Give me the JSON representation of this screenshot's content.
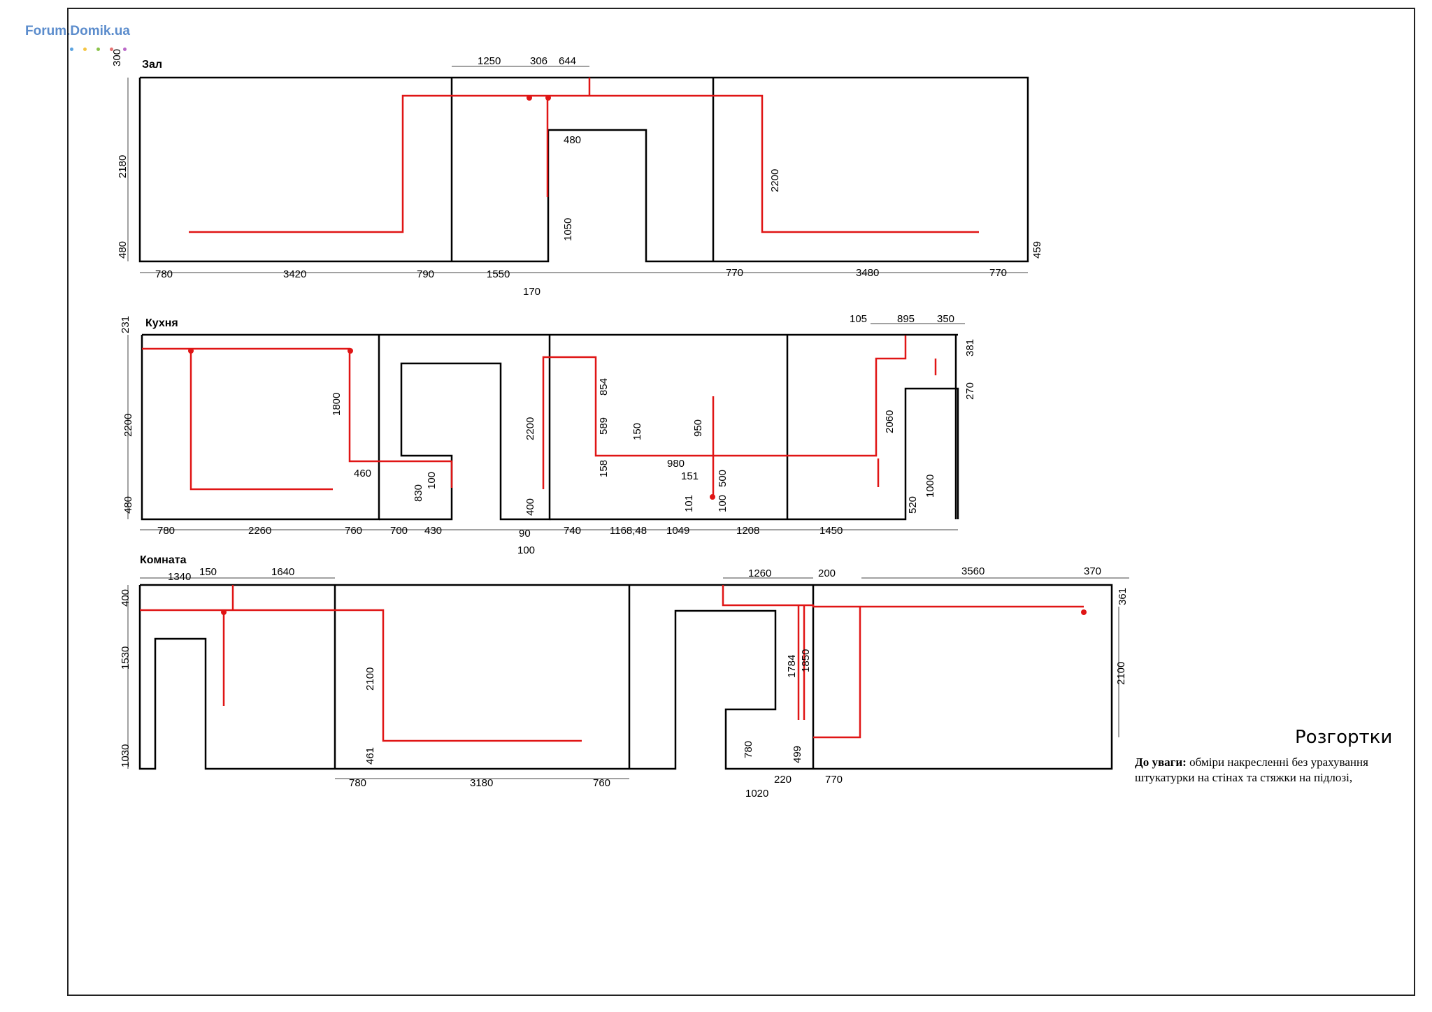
{
  "watermark": "Forum.Domik.ua",
  "main_title": "Розгортки",
  "note": {
    "label": "До уваги:",
    "text": "обміри накресленні без урахування штукатурки на стінах та стяжки на підлозі,"
  },
  "sections": {
    "zal": {
      "title": "Зал"
    },
    "kukhnia": {
      "title": "Кухня"
    },
    "komnata": {
      "title": "Комната"
    }
  },
  "colors": {
    "wall": "#000000",
    "wiring": "#e01515",
    "border": "#222222"
  },
  "dimensions": {
    "zal": [
      "300",
      "2180",
      "480",
      "1250",
      "306",
      "644",
      "480",
      "1050",
      "2200",
      "459",
      "780",
      "3420",
      "790",
      "1550",
      "170",
      "770",
      "3480",
      "770"
    ],
    "kukhnia": [
      "231",
      "2200",
      "480",
      "1800",
      "460",
      "830",
      "100",
      "2200",
      "400",
      "854",
      "589",
      "158",
      "150",
      "980",
      "950",
      "151",
      "500",
      "101",
      "100",
      "2060",
      "520",
      "1000",
      "105",
      "895",
      "350",
      "381",
      "270",
      "780",
      "2260",
      "760",
      "700",
      "430",
      "90",
      "100",
      "740",
      "1168,48",
      "1049",
      "1208",
      "1450"
    ],
    "komnata": [
      "1340",
      "150",
      "1640",
      "400",
      "1530",
      "1030",
      "2100",
      "461",
      "780",
      "3180",
      "760",
      "1260",
      "200",
      "1784",
      "1850",
      "780",
      "499",
      "220",
      "1020",
      "770",
      "3560",
      "370",
      "361",
      "2100"
    ]
  }
}
